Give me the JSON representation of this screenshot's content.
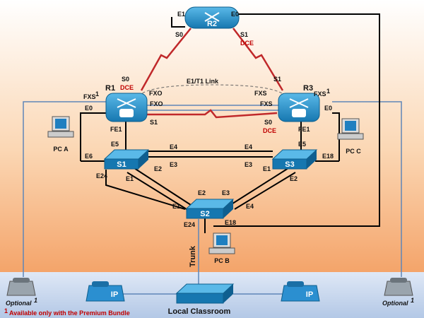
{
  "devices": {
    "r2": "R2",
    "r1": "R1",
    "r3": "R3",
    "s1": "S1",
    "s2": "S2",
    "s3": "S3",
    "pca": "PC A",
    "pcb": "PC B",
    "pcc": "PC C"
  },
  "ports": {
    "r2_e1": "E1",
    "r2_e0": "E0",
    "r2_s0": "S0",
    "r2_s1": "S1",
    "r1_s0": "S0",
    "r1_s1": "S1",
    "r1_fxs": "FXS",
    "r1_fxo_a": "FXO",
    "r1_fxo_b": "FXO",
    "r1_e0": "E0",
    "r1_fe1": "FE1",
    "r3_s1": "S1",
    "r3_s0": "S0",
    "r3_fxs_a": "FXS",
    "r3_fxs_b": "FXS",
    "r3_fxs_c": "FXS",
    "r3_e0": "E0",
    "r3_fe1": "FE1",
    "s1_e5": "E5",
    "s1_e4": "E4",
    "s1_e3": "E3",
    "s1_e2": "E2",
    "s1_e1": "E1",
    "s1_e6": "E6",
    "s1_e24": "E24",
    "s3_e5": "E5",
    "s3_e4": "E4",
    "s3_e3": "E3",
    "s3_e2": "E2",
    "s3_e1": "E1",
    "s3_e18": "E18",
    "s2_e2": "E2",
    "s2_e3": "E3",
    "s2_e1": "E1",
    "s2_e4": "E4",
    "s2_e24": "E24",
    "s2_e18": "E18"
  },
  "labels": {
    "dce": "DCE",
    "sup": "1",
    "e1t1": "E1/T1 Link",
    "trunk": "Trunk",
    "optional": "Optional",
    "footnote": "Available only with the Premium Bundle",
    "classroom": "Local Classroom",
    "ip": "IP"
  },
  "colors": {
    "bg_top": "#ffffff",
    "bg_bottom": "#f6b27a",
    "classroom_band": "#c6d7ef",
    "router": "#1f8fc8",
    "serial_link": "#c0282a",
    "ethernet": "#000000",
    "phone_line": "#5f86b8",
    "dce": "#c00000"
  }
}
